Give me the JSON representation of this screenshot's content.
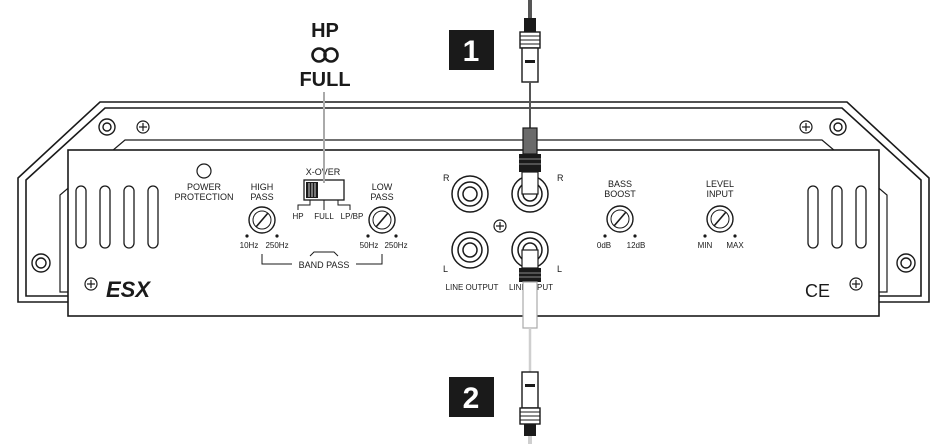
{
  "callouts": {
    "switch_mode_top": "HP",
    "switch_mode_bottom": "FULL",
    "step_1": "1",
    "step_2": "2"
  },
  "panel": {
    "power_protection": [
      "POWER",
      "PROTECTION"
    ],
    "high_pass": {
      "title": [
        "HIGH",
        "PASS"
      ],
      "min": "10Hz",
      "max": "250Hz"
    },
    "crossover": {
      "title": "X-OVER",
      "options": [
        "HP",
        "FULL",
        "LP/BP"
      ]
    },
    "low_pass": {
      "title": [
        "LOW",
        "PASS"
      ],
      "min": "50Hz",
      "max": "250Hz"
    },
    "band_pass": "BAND PASS",
    "rca": {
      "left_top": "R",
      "left_bottom": "L",
      "right_top": "R",
      "right_bottom": "L",
      "line_output": "LINE OUTPUT",
      "line_input": "LINE INPUT"
    },
    "bass_boost": {
      "title": [
        "BASS",
        "BOOST"
      ],
      "min": "0dB",
      "max": "12dB"
    },
    "level_input": {
      "title": [
        "LEVEL",
        "INPUT"
      ],
      "min": "MIN",
      "max": "MAX"
    },
    "brand_logo": "ESX",
    "ce_mark": "CE"
  },
  "colors": {
    "line": "#1a1a1a",
    "cable_dark": "#555555",
    "cable_light": "#cfcfcf",
    "badge": "#1a1a1a"
  },
  "icons": [
    "ring-link-icon",
    "screw-icon",
    "mount-hole-icon",
    "rca-jack-icon",
    "rotary-knob-icon",
    "slide-switch-icon",
    "rca-plug-icon"
  ]
}
